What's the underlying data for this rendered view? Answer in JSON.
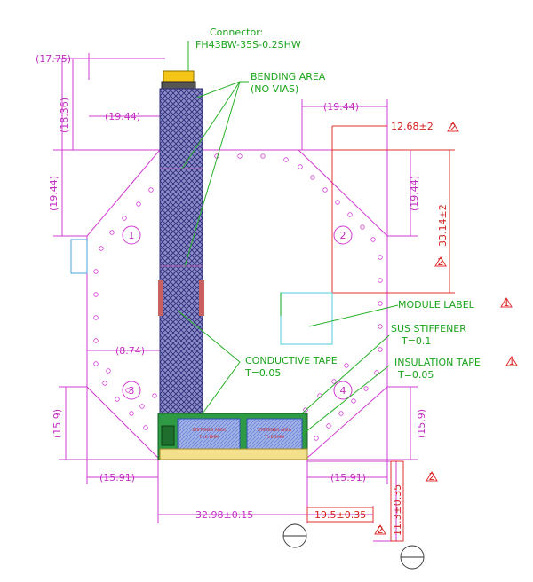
{
  "connector": {
    "title": "Connector:",
    "part": "FH43BW-35S-0.2SHW"
  },
  "notes": {
    "bending_line1": "BENDING AREA",
    "bending_line2": "(NO VIAS)",
    "conductive_line1": "CONDUCTIVE TAPE",
    "conductive_line2": "T=0.05",
    "sus_line1": "SUS STIFFENER",
    "sus_line2": "T=0.1",
    "insulation_line1": "INSULATION TAPE",
    "insulation_line2": "T=0.05",
    "module_label": "MODULE LABEL"
  },
  "dims": {
    "d_17_75": "(17.75)",
    "d_18_36": "(18.36)",
    "d_19_44_left_top": "(19.44)",
    "d_19_44_left_side": "(19.44)",
    "d_19_44_right_top": "(19.44)",
    "d_19_44_right_side": "(19.44)",
    "d_12_68": "12.68±2",
    "d_33_14": "33.14±2",
    "d_8_74": "(8.74)",
    "d_15_9_left": "(15.9)",
    "d_15_9_right": "(15.9)",
    "d_15_91_left": "(15.91)",
    "d_15_91_right": "(15.91)",
    "d_32_98": "32.98±0.15",
    "d_19_5": "19.5±0.35",
    "d_11_3": "11.3±0.35"
  },
  "markers": {
    "rev": "2",
    "rev_label": "1",
    "hole1": "1",
    "hole2": "2",
    "hole3": "3",
    "hole4": "4"
  },
  "stiffener_labels": {
    "left_line1": "STIFFENER AREA",
    "left_line2": "T=0.1MM",
    "right_line1": "STIFFENER AREA",
    "right_line2": "T=0.1MM"
  }
}
